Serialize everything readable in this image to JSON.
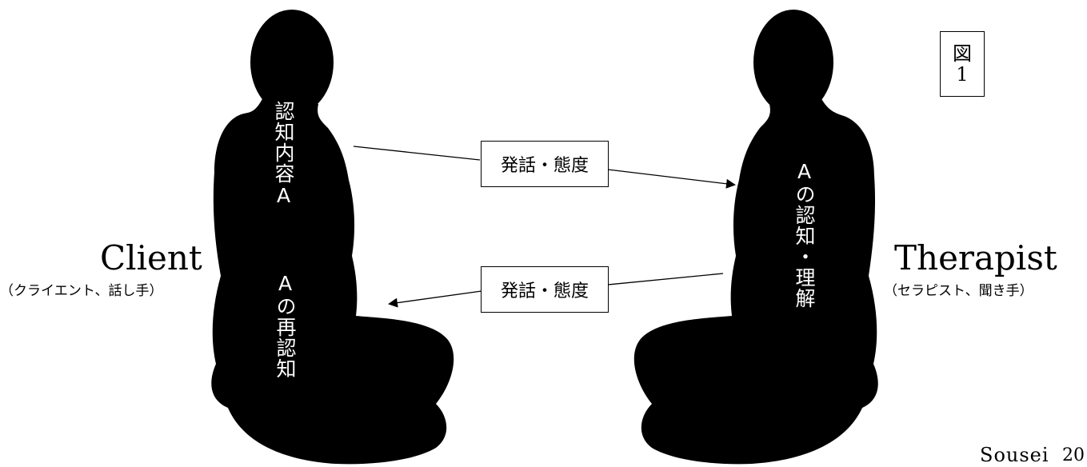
{
  "client": {
    "name": "Client",
    "subtitle": "（クライエント、話し手）",
    "cognition_label": "認知内容A",
    "recognition_label": "Aの再認知"
  },
  "therapist": {
    "name": "Therapist",
    "subtitle": "（セラピスト、聞き手）",
    "cognition_label": "Aの認知・理解"
  },
  "arrows": {
    "to_therapist_label": "発話・態度",
    "to_client_label": "発話・態度"
  },
  "figure_label": {
    "line1": "図",
    "line2": "1"
  },
  "brand": "Sousei",
  "page_number": "20",
  "colors": {
    "silhouette": "#000000",
    "background": "#ffffff",
    "label_on_silhouette": "#ffffff"
  }
}
